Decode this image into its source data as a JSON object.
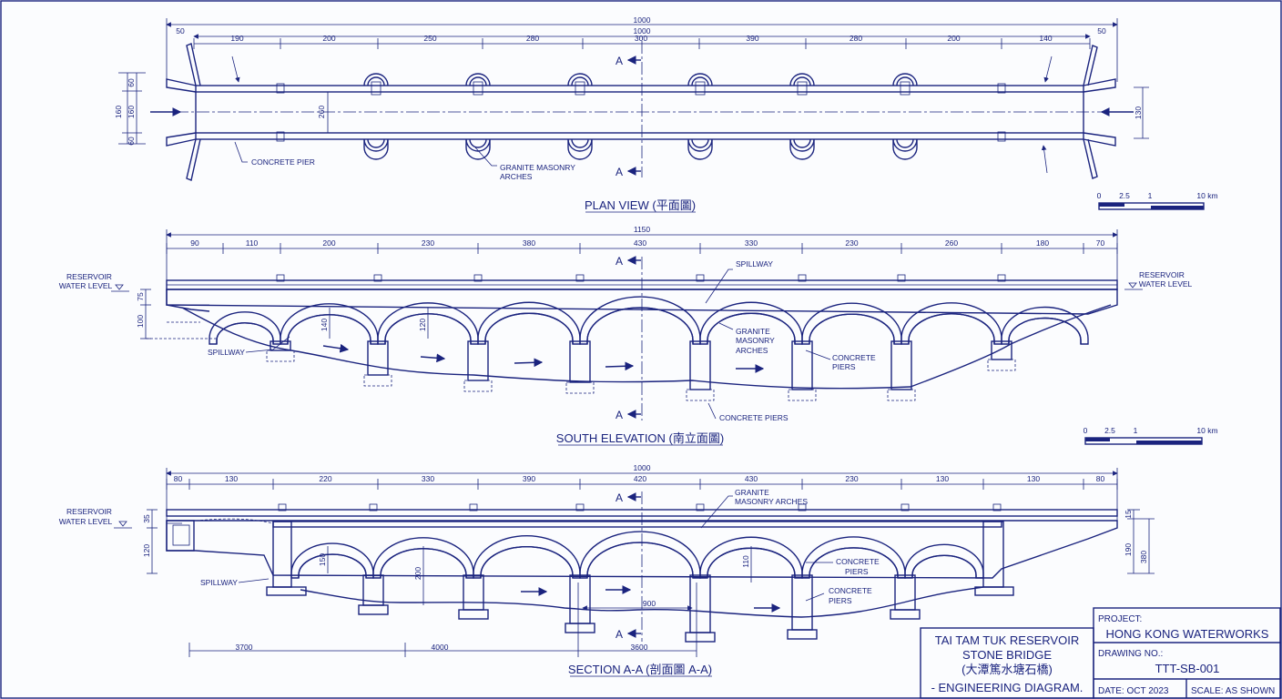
{
  "plan": {
    "title": "PLAN VIEW (平面圖)",
    "total_dim": "1000",
    "inner_dim": "1000",
    "end_dims": [
      "50",
      "50"
    ],
    "spans": [
      "190",
      "200",
      "250",
      "280",
      "300",
      "390",
      "280",
      "200",
      "140"
    ],
    "width_left": [
      "160",
      "60",
      "160",
      "60"
    ],
    "deck_width": "260",
    "width_right": "130",
    "section_mark": "A",
    "label_pier": "CONCRETE PIER",
    "label_arches_1": "GRANITE MASONRY",
    "label_arches_2": "ARCHES"
  },
  "elevation": {
    "title": "SOUTH ELEVATION (南立面圖)",
    "total_dim": "1150",
    "spans": [
      "90",
      "110",
      "200",
      "230",
      "380",
      "430",
      "330",
      "230",
      "260",
      "180",
      "70"
    ],
    "water_left_1": "RESERVOIR",
    "water_left_2": "WATER LEVEL",
    "water_right_1": "RESERVOIR",
    "water_right_2": "WATER LEVEL",
    "dim_75": "75",
    "dim_100": "100",
    "dim_140": "140",
    "dim_120": "120",
    "section_mark": "A",
    "spillway_left": "SPILLWAY",
    "spillway_top": "SPILLWAY",
    "arches_1": "GRANITE",
    "arches_2": "MASONRY",
    "arches_3": "ARCHES",
    "piers_1": "CONCRETE",
    "piers_2": "PIERS",
    "piers_bottom": "CONCRETE PIERS"
  },
  "scale_bar": {
    "ticks": [
      "0",
      "2.5",
      "1",
      "10 km"
    ]
  },
  "section": {
    "title": "SECTION A-A (剖面圖 A-A)",
    "total_dim": "1000",
    "spans": [
      "80",
      "130",
      "220",
      "330",
      "390",
      "420",
      "430",
      "230",
      "130",
      "130",
      "80"
    ],
    "water_1": "RESERVOIR",
    "water_2": "WATER LEVEL",
    "dim_35": "35",
    "dim_120": "120",
    "dim_150": "150",
    "dim_200": "200",
    "dim_110": "110",
    "dim_15": "15",
    "dim_190": "190",
    "dim_380": "380",
    "dim_900": "900",
    "section_mark": "A",
    "arches_1": "GRANITE",
    "arches_2": "MASONRY ARCHES",
    "spillway": "SPILLWAY",
    "piers_a1": "CONCRETE",
    "piers_a2": "PIERS",
    "piers_b1": "CONCRETE",
    "piers_b2": "PIERS",
    "bottom_dims": [
      "3700",
      "4000",
      "3600"
    ]
  },
  "title_block": {
    "title_1": "TAI TAM TUK RESERVOIR",
    "title_2": "STONE BRIDGE",
    "title_3": "(大潭篤水塘石橋)",
    "title_4": "- ENGINEERING DIAGRAM.",
    "project_label": "PROJECT:",
    "project_value": "HONG KONG WATERWORKS",
    "drawing_label": "DRAWING NO.:",
    "drawing_value": "TTT-SB-001",
    "date": "DATE:  OCT 2023",
    "scale": "SCALE:  AS SHOWN"
  },
  "colors": {
    "ink": "#1a237e",
    "paper": "#fbfcfe"
  }
}
